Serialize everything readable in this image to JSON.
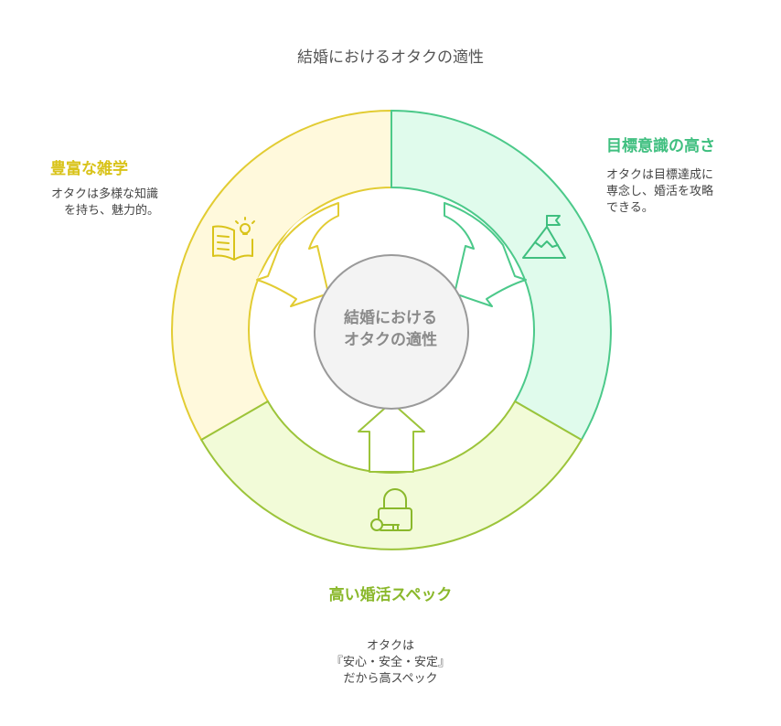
{
  "title": "結婚におけるオタクの適性",
  "center": {
    "line1": "結婚における",
    "line2": "オタクの適性"
  },
  "segments": {
    "trivia": {
      "title": "豊富な雑学",
      "desc_line1": "オタクは多様な知識",
      "desc_line2": "を持ち、魅力的。",
      "color": "#d9c31a",
      "icon": "book-lightbulb-icon"
    },
    "awareness": {
      "title": "目標意識の高さ",
      "desc_line1": "オタクは目標達成に",
      "desc_line2": "専念し、婚活を攻略",
      "desc_line3": "できる。",
      "color": "#3fbf7f",
      "icon": "mountain-flag-icon"
    },
    "specs": {
      "title": "高い婚活スペック",
      "desc_line1": "オタクは",
      "desc_line2": "『安心・安全・安定』",
      "desc_line3": "だから高スペック",
      "color": "#8ab82b",
      "icon": "lock-key-icon"
    }
  }
}
